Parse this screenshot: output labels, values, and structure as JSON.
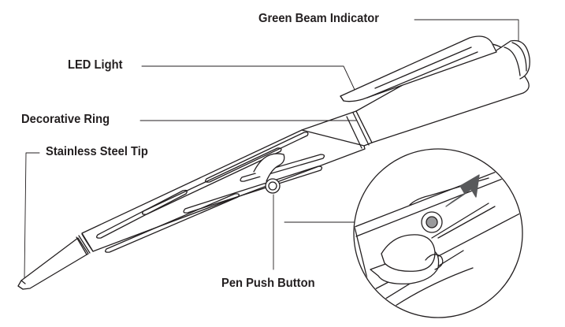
{
  "labels": {
    "green_beam_indicator": "Green Beam Indicator",
    "led_light": "LED Light",
    "decorative_ring": "Decorative Ring",
    "stainless_steel_tip": "Stainless Steel Tip",
    "pen_push_button": "Pen Push Button"
  },
  "colors": {
    "line": "#231f20",
    "arrow": "#58595b",
    "fill": "#ffffff"
  }
}
